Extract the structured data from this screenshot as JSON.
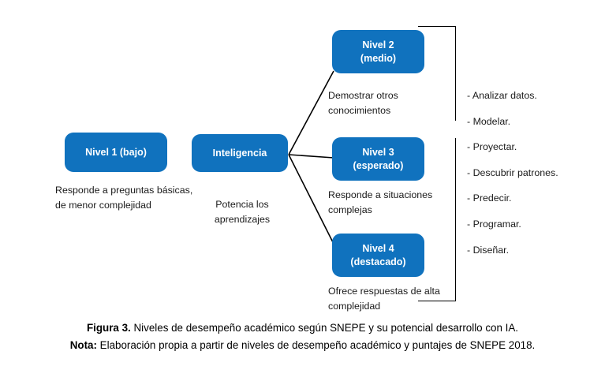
{
  "diagram": {
    "nodes": {
      "nivel1": {
        "label": "Nivel 1 (bajo)"
      },
      "inteligencia": {
        "label": "Inteligencia"
      },
      "nivel2": {
        "label": "Nivel 2\n(medio)"
      },
      "nivel3": {
        "label": "Nivel 3\n(esperado)"
      },
      "nivel4": {
        "label": "Nivel 4\n(destacado)"
      }
    },
    "captions": {
      "nivel1": "Responde a preguntas básicas, de menor complejidad",
      "inteligencia": "Potencia los aprendizajes",
      "nivel2": "Demostrar otros conocimientos",
      "nivel3": "Responde a situaciones complejas",
      "nivel4": "Ofrece respuestas de alta complejidad"
    },
    "ia_capabilities": [
      "- Analizar datos.",
      "- Modelar.",
      "- Proyectar.",
      "- Descubrir patrones.",
      "- Predecir.",
      "- Programar.",
      "- Diseñar."
    ],
    "colors": {
      "node_fill": "#1072be",
      "node_text": "#ffffff",
      "line": "#000000",
      "body_text": "#1a1a1a"
    }
  },
  "figure_caption": {
    "line1_lead": "Figura 3.",
    "line1_text": " Niveles de desempeño académico según SNEPE y su potencial desarrollo con IA.",
    "line2_lead": "Nota:",
    "line2_text": " Elaboración propia a partir de niveles de desempeño académico y puntajes de SNEPE 2018."
  }
}
